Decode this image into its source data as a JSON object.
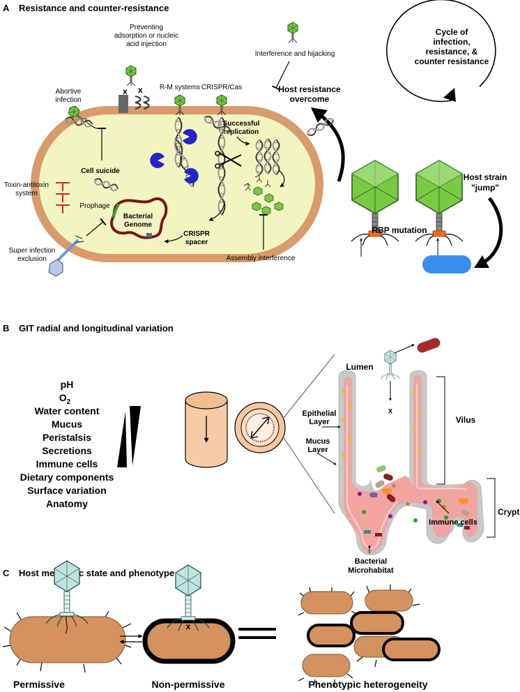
{
  "panel_a": {
    "letter": "A",
    "title": "Resistance and counter-resistance",
    "labels": {
      "preventing_1": "Preventing",
      "preventing_2": "adsorption or nucleic",
      "preventing_3": "acid injection",
      "interference_hijacking": "Interference and hijacking",
      "host_resistance_1": "Host resistance",
      "host_resistance_2": "overcome",
      "cycle_1": "Cycle of",
      "cycle_2": "infection,",
      "cycle_3": "resistance, &",
      "cycle_4": "counter resistance",
      "abortive_1": "Abortive",
      "abortive_2": "infection",
      "rm_systems": "R-M systems",
      "crispr_cas": "CRISPR/Cas",
      "successful_1": "Successful",
      "successful_2": "replication",
      "cell_suicide": "Cell suicide",
      "toxin_1": "Toxin-antitoxin",
      "toxin_2": "system",
      "prophage": "Prophage",
      "genome_1": "Bacterial",
      "genome_2": "Genome",
      "crispr_spacer_1": "CRISPR",
      "crispr_spacer_2": "spacer",
      "super_1": "Super infection",
      "super_2": "exclusion",
      "assembly": "Assembly interference",
      "rbp_mutation": "RBP mutation",
      "host_jump_1": "Host strain",
      "host_jump_2": "\"jump\""
    }
  },
  "panel_b": {
    "letter": "B",
    "title": "GIT radial and longitudinal variation",
    "factors": [
      "pH",
      "O",
      "Water content",
      "Mucus",
      "Peristalsis",
      "Secretions",
      "Immune cells",
      "Dietary components",
      "Surface variation",
      "Anatomy"
    ],
    "o2_subscript": "2",
    "labels": {
      "lumen": "Lumen",
      "epithelial_1": "Epithelial",
      "epithelial_2": "Layer",
      "mucus_1": "Mucus",
      "mucus_2": "Layer",
      "vilus": "Vilus",
      "crypt": "Crypt",
      "immune_cells": "Immune cells",
      "microhabitat_1": "Bacterial",
      "microhabitat_2": "Microhabitat",
      "block_x": "x"
    }
  },
  "panel_c": {
    "letter": "C",
    "title": "Host metabolic state and phenotype",
    "labels": {
      "permissive": "Permissive",
      "non_permissive": "Non-permissive",
      "heterogeneity": "Phenotypic heterogeneity",
      "block_x": "x"
    }
  },
  "colors": {
    "cell_fill": "#f3f5c0",
    "cell_border": "#d99a6c",
    "phage_head": "#7ac943",
    "phage_head_light": "#b7e59a",
    "phage_c": "#bfe3de",
    "bacterium": "#d4925e",
    "blue_cell": "#3b8ef0",
    "enzyme": "#2424c8",
    "genome": "#7a1414",
    "toxin": "#d42828",
    "villus_grey": "#c8c8c8",
    "villus_pink": "#f2a5a0"
  }
}
